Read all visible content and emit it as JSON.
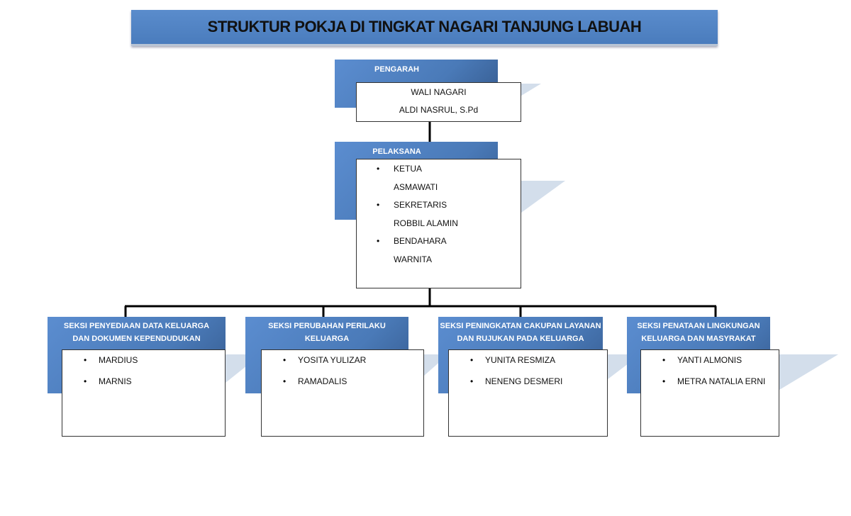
{
  "title": "STRUKTUR POKJA DI TINGKAT NAGARI TANJUNG LABUAH",
  "pengarah": {
    "header": "PENGARAH",
    "lines": [
      "WALI NAGARI",
      "ALDI NASRUL, S.Pd"
    ]
  },
  "pelaksana": {
    "header": "PELAKSANA",
    "items": [
      {
        "role": "KETUA",
        "name": "ASMAWATI"
      },
      {
        "role": "SEKRETARIS",
        "name": "ROBBIL ALAMIN"
      },
      {
        "role": "BENDAHARA",
        "name": "WARNITA"
      }
    ]
  },
  "bullet": "•",
  "seksi": [
    {
      "header_lines": [
        "SEKSI PENYEDIAAN DATA KELUARGA",
        "DAN DOKUMEN KEPENDUDUKAN"
      ],
      "members": [
        "MARDIUS",
        "MARNIS"
      ]
    },
    {
      "header_lines": [
        "SEKSI PERUBAHAN PERILAKU",
        "KELUARGA"
      ],
      "members": [
        "YOSITA YULIZAR",
        "RAMADALIS"
      ]
    },
    {
      "header_lines": [
        "SEKSI PENINGKATAN CAKUPAN LAYANAN",
        "DAN RUJUKAN PADA KELUARGA"
      ],
      "members": [
        "YUNITA RESMIZA",
        "NENENG DESMERI"
      ]
    },
    {
      "header_lines": [
        "SEKSI PENATAAN LINGKUNGAN",
        "KELUARGA DAN MASYRAKAT"
      ],
      "members": [
        "YANTI ALMONIS",
        "METRA NATALIA ERNI"
      ]
    }
  ]
}
